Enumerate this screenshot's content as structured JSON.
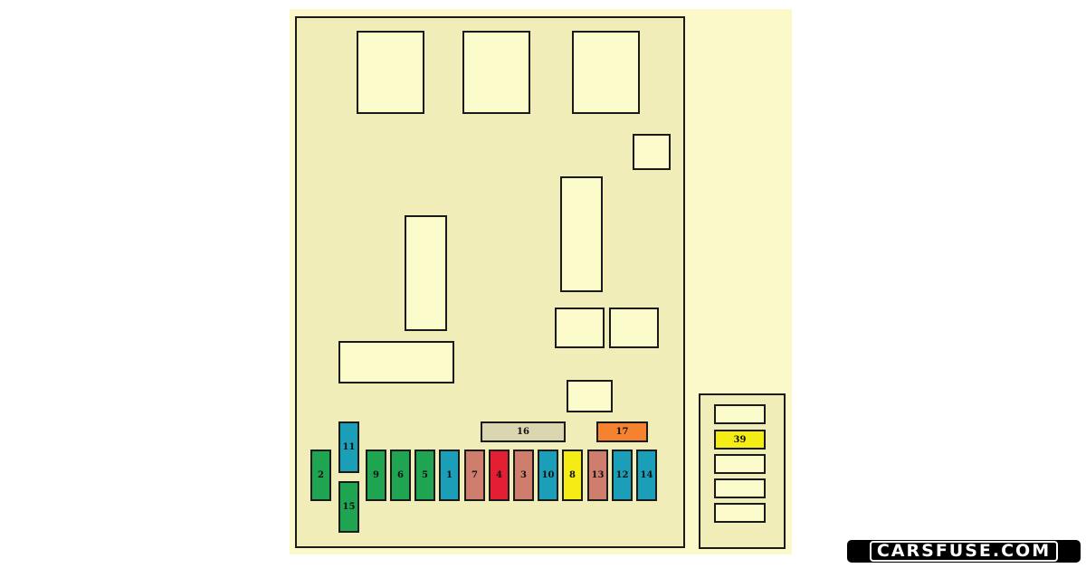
{
  "fuses": {
    "f1": "1",
    "f2": "2",
    "f3": "3",
    "f4": "4",
    "f5": "5",
    "f6": "6",
    "f7": "7",
    "f8": "8",
    "f9": "9",
    "f10": "10",
    "f11": "11",
    "f12": "12",
    "f13": "13",
    "f14": "14",
    "f15": "15",
    "f16": "16",
    "f17": "17",
    "f39": "39"
  },
  "colors": {
    "green": "#1fa552",
    "blue": "#1b9fb8",
    "salmon": "#cf7d6d",
    "red": "#e41e33",
    "yellow": "#f5ec15",
    "orange": "#f5822f",
    "tan": "#d9d6b0",
    "panel": "#f1edb9",
    "relay": "#fcfbcc"
  },
  "logo": {
    "text": "CARSFUSE.COM"
  }
}
